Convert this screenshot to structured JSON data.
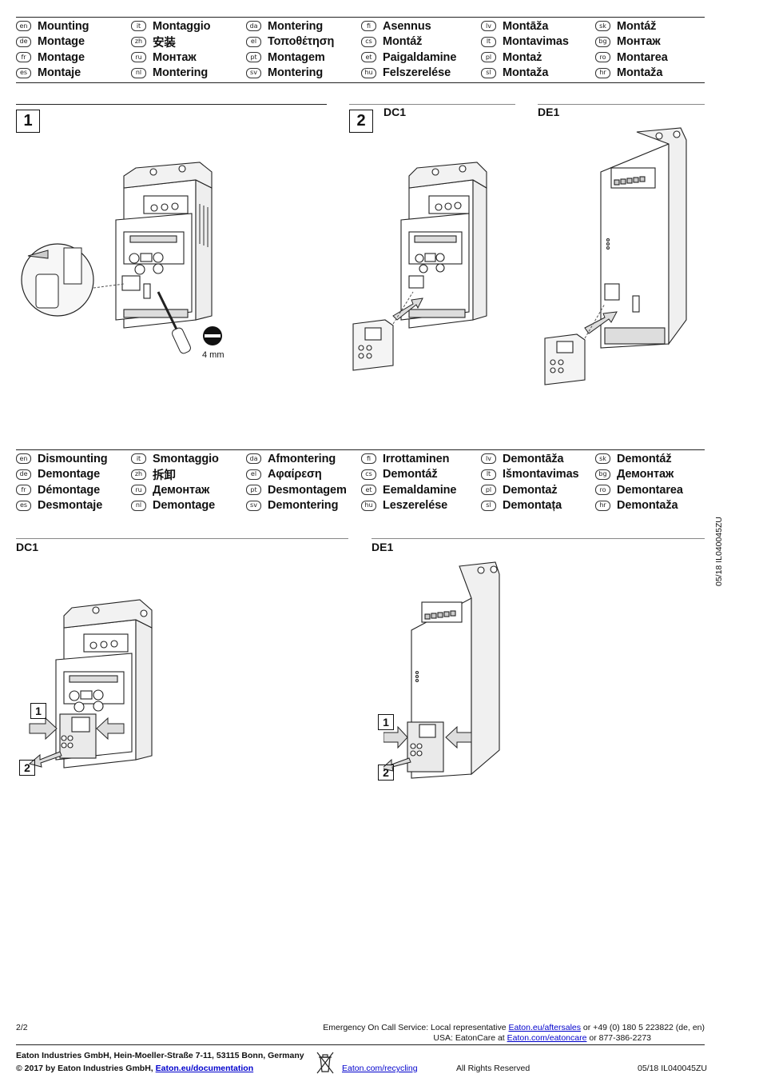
{
  "mounting": {
    "entries": [
      {
        "code": "en",
        "name": "Mounting"
      },
      {
        "code": "it",
        "name": "Montaggio"
      },
      {
        "code": "da",
        "name": "Montering"
      },
      {
        "code": "fi",
        "name": "Asennus"
      },
      {
        "code": "lv",
        "name": "Montāža"
      },
      {
        "code": "sk",
        "name": "Montáž"
      },
      {
        "code": "de",
        "name": "Montage"
      },
      {
        "code": "zh",
        "name": "安装"
      },
      {
        "code": "el",
        "name": "Τοποθέτηση"
      },
      {
        "code": "cs",
        "name": "Montáž"
      },
      {
        "code": "lt",
        "name": "Montavimas"
      },
      {
        "code": "bg",
        "name": "Монтаж"
      },
      {
        "code": "fr",
        "name": "Montage"
      },
      {
        "code": "ru",
        "name": "Монтаж"
      },
      {
        "code": "pt",
        "name": "Montagem"
      },
      {
        "code": "et",
        "name": "Paigaldamine"
      },
      {
        "code": "pl",
        "name": "Montaż"
      },
      {
        "code": "ro",
        "name": "Montarea"
      },
      {
        "code": "es",
        "name": "Montaje"
      },
      {
        "code": "nl",
        "name": "Montering"
      },
      {
        "code": "sv",
        "name": "Montering"
      },
      {
        "code": "hu",
        "name": "Felszerelése"
      },
      {
        "code": "sl",
        "name": "Montaža"
      },
      {
        "code": "hr",
        "name": "Montaža"
      }
    ],
    "step1": "1",
    "step2": "2",
    "dc1": "DC1",
    "de1": "DE1",
    "tool_size": "4 mm"
  },
  "dismounting": {
    "entries": [
      {
        "code": "en",
        "name": "Dismounting"
      },
      {
        "code": "it",
        "name": "Smontaggio"
      },
      {
        "code": "da",
        "name": "Afmontering"
      },
      {
        "code": "fi",
        "name": "Irrottaminen"
      },
      {
        "code": "lv",
        "name": "Demontāža"
      },
      {
        "code": "sk",
        "name": "Demontáž"
      },
      {
        "code": "de",
        "name": "Demontage"
      },
      {
        "code": "zh",
        "name": "拆卸"
      },
      {
        "code": "el",
        "name": "Αφαίρεση"
      },
      {
        "code": "cs",
        "name": "Demontáž"
      },
      {
        "code": "lt",
        "name": "Išmontavimas"
      },
      {
        "code": "bg",
        "name": "Демонтаж"
      },
      {
        "code": "fr",
        "name": "Démontage"
      },
      {
        "code": "ru",
        "name": "Демонтаж"
      },
      {
        "code": "pt",
        "name": "Desmontagem"
      },
      {
        "code": "et",
        "name": "Eemaldamine"
      },
      {
        "code": "pl",
        "name": "Demontaż"
      },
      {
        "code": "ro",
        "name": "Demontarea"
      },
      {
        "code": "es",
        "name": "Desmontaje"
      },
      {
        "code": "nl",
        "name": "Demontage"
      },
      {
        "code": "sv",
        "name": "Demontering"
      },
      {
        "code": "hu",
        "name": "Leszerelése"
      },
      {
        "code": "sl",
        "name": "Demontața"
      },
      {
        "code": "hr",
        "name": "Demontaža"
      }
    ],
    "dc1": "DC1",
    "de1": "DE1",
    "step1": "1",
    "step2": "2"
  },
  "side_code": "05/18 IL040045ZU",
  "footer": {
    "page": "2/2",
    "emergency_prefix": "Emergency On Call Service: Local representative ",
    "emergency_link": "Eaton.eu/aftersales",
    "emergency_suffix": " or +49 (0) 180 5 223822 (de, en)",
    "usa_prefix": "USA: EatonCare at ",
    "usa_link": "Eaton.com/eatoncare",
    "usa_suffix": " or 877-386-2273",
    "company": "Eaton Industries GmbH, Hein-Moeller-Straße 7-11, 53115 Bonn, Germany",
    "copyright_prefix": "© 2017 by Eaton Industries GmbH, ",
    "copyright_link": "Eaton.eu/documentation",
    "recycling_link": "Eaton.com/recycling",
    "rights": "All Rights Reserved",
    "doc_code": "05/18 IL040045ZU"
  }
}
